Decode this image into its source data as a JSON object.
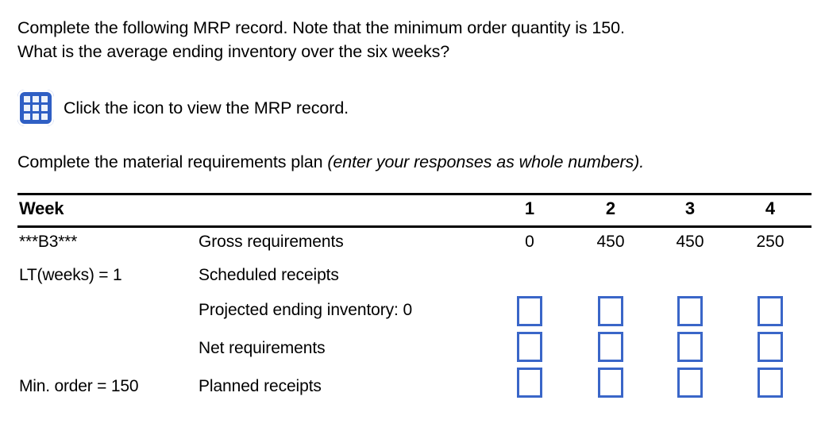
{
  "prompt": {
    "line1": "Complete the following MRP record. Note that the minimum order quantity is 150.",
    "line2": "What is the average ending inventory over the six weeks?"
  },
  "icon_row": {
    "icon_name": "grid-table-icon",
    "caption": "Click the icon to view the MRP record."
  },
  "instruction": {
    "plain": "Complete the material requirements plan ",
    "italic": "(enter your responses as whole numbers)."
  },
  "table": {
    "header": {
      "label": "Week",
      "columns": [
        "1",
        "2",
        "3",
        "4"
      ]
    },
    "rows": [
      {
        "left": "***B3***",
        "name": "Gross requirements",
        "type": "values",
        "values": [
          "0",
          "450",
          "450",
          "250"
        ]
      },
      {
        "left": "LT(weeks) = 1",
        "name": "Scheduled receipts",
        "type": "blank",
        "values": [
          "",
          "",
          "",
          ""
        ]
      },
      {
        "left": "",
        "name": "Projected ending inventory: 0",
        "type": "inputs",
        "values": [
          "",
          "",
          "",
          ""
        ]
      },
      {
        "left": "",
        "name": "Net requirements",
        "type": "inputs",
        "values": [
          "",
          "",
          "",
          ""
        ]
      },
      {
        "left": "Min. order = 150",
        "name": "Planned receipts",
        "type": "inputs",
        "values": [
          "",
          "",
          "",
          ""
        ]
      }
    ]
  },
  "colors": {
    "input_border": "#3a66c8",
    "icon_blue": "#2f5fc4",
    "rule": "#000000"
  }
}
